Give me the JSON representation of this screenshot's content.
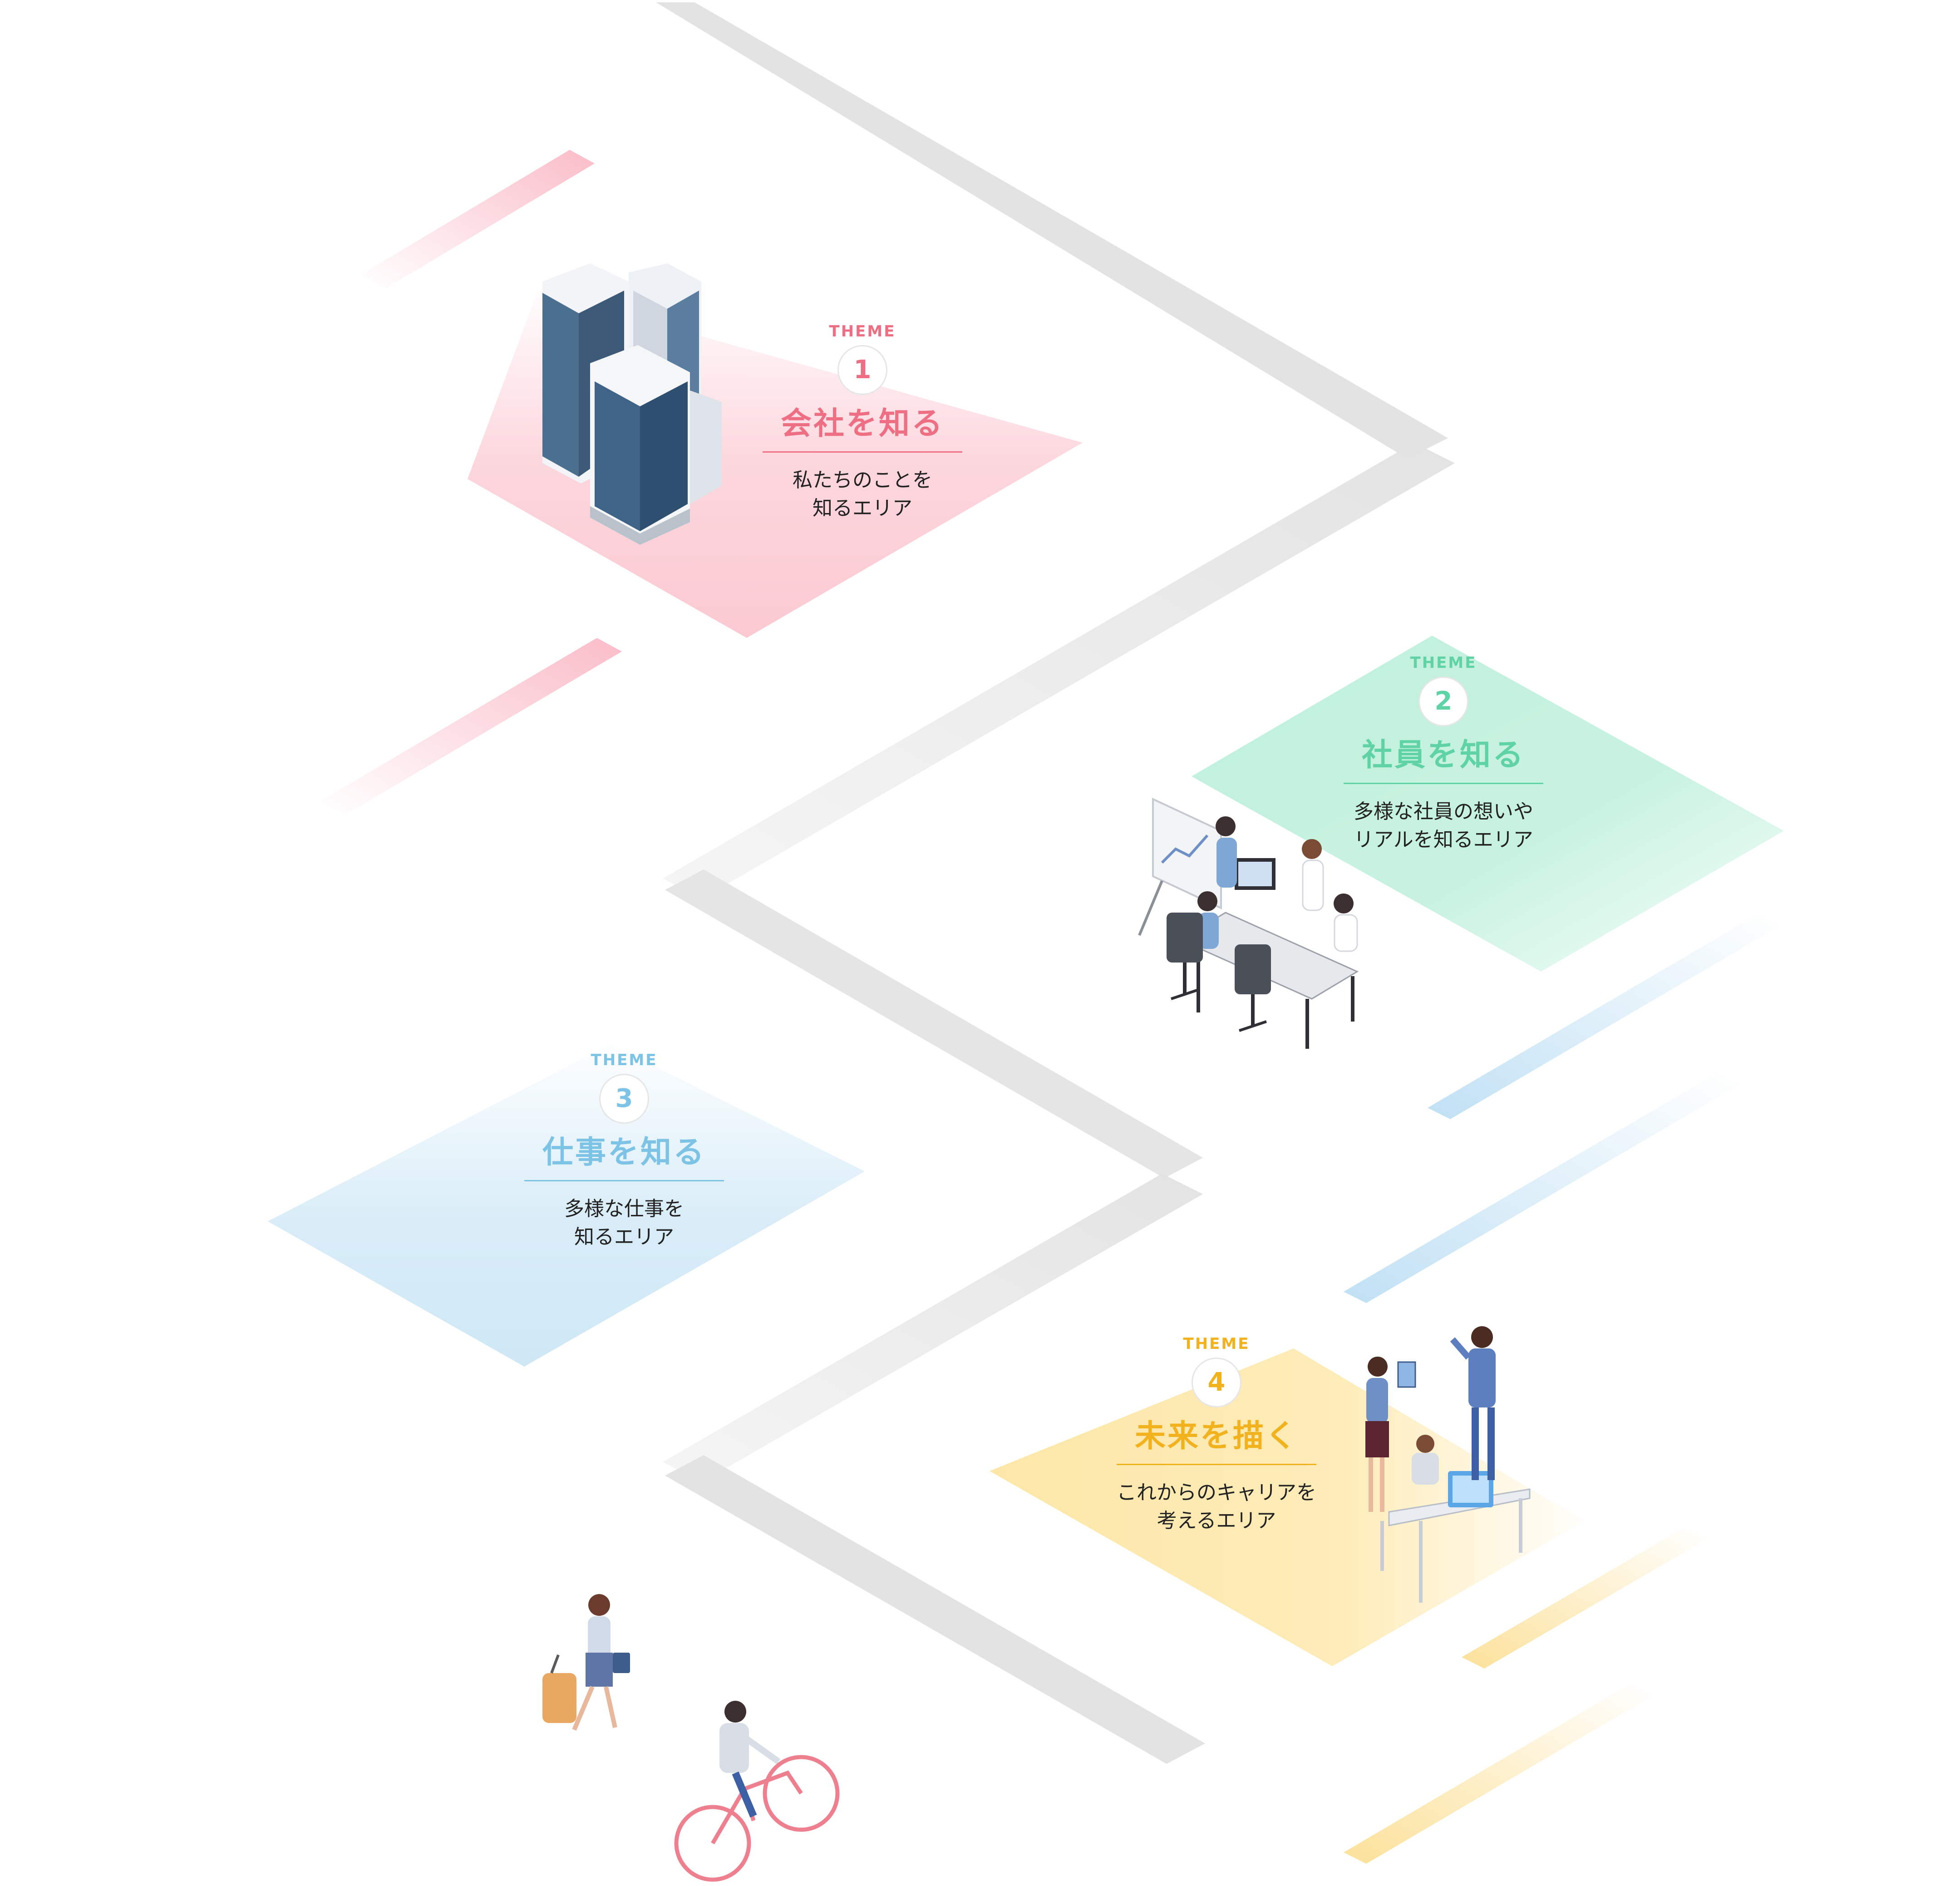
{
  "themes": [
    {
      "label": "THEME",
      "number": "1",
      "title": "会社を知る",
      "description": "私たちのことを\n知るエリア",
      "color": "#ee6f83",
      "tile_color": "#fbc9d2",
      "icon": "office-buildings"
    },
    {
      "label": "THEME",
      "number": "2",
      "title": "社員を知る",
      "description": "多様な社員の想いや\nリアルを知るエリア",
      "color": "#5fd3a6",
      "tile_color": "#bff0db",
      "icon": "team-meeting"
    },
    {
      "label": "THEME",
      "number": "3",
      "title": "仕事を知る",
      "description": "多様な仕事を\n知るエリア",
      "color": "#7cc3e6",
      "tile_color": "#cfe8f6",
      "icon": "work-area"
    },
    {
      "label": "THEME",
      "number": "4",
      "title": "未来を描く",
      "description": "これからのキャリアを\n考えるエリア",
      "color": "#f2b21e",
      "tile_color": "#fde7a8",
      "icon": "career-discussion"
    }
  ],
  "colors": {
    "road": "#e3e3e3",
    "road_edge": "#d0d0d0",
    "background": "#ffffff"
  }
}
